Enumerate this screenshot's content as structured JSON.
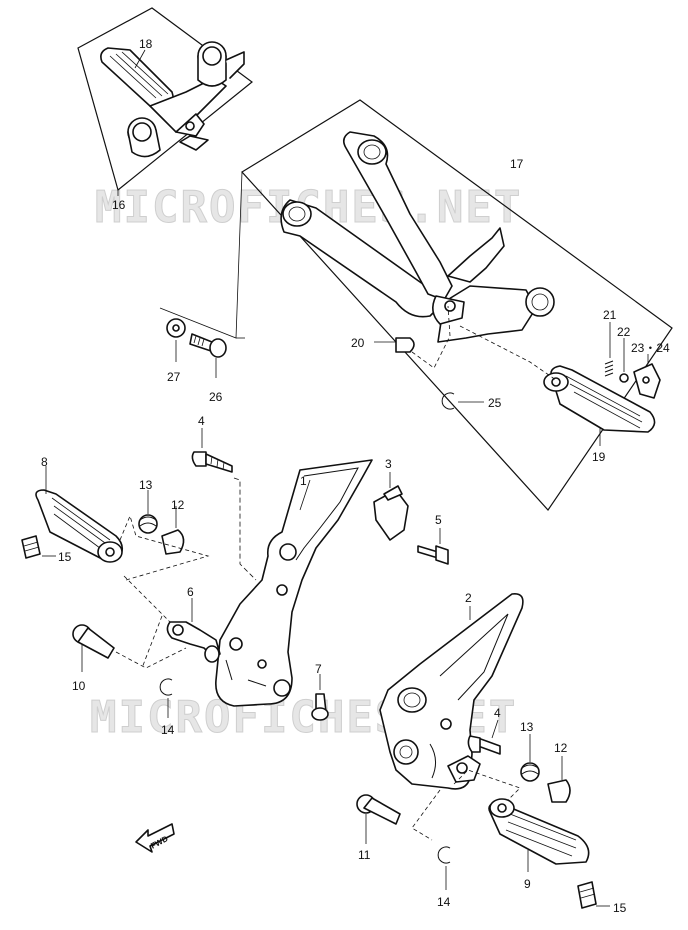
{
  "watermark": "MICROFICHES.NET",
  "fwd_label": "FWD",
  "callouts": {
    "c1": "1",
    "c2": "2",
    "c3": "3",
    "c4a": "4",
    "c4b": "4",
    "c5": "5",
    "c6": "6",
    "c7": "7",
    "c8": "8",
    "c9": "9",
    "c10": "10",
    "c11": "11",
    "c12a": "12",
    "c12b": "12",
    "c13a": "13",
    "c13b": "13",
    "c14a": "14",
    "c14b": "14",
    "c15a": "15",
    "c15b": "15",
    "c16": "16",
    "c17": "17",
    "c18": "18",
    "c19": "19",
    "c20": "20",
    "c21": "21",
    "c22": "22",
    "c23_24": "23・24",
    "c25": "25",
    "c26": "26",
    "c27": "27"
  }
}
